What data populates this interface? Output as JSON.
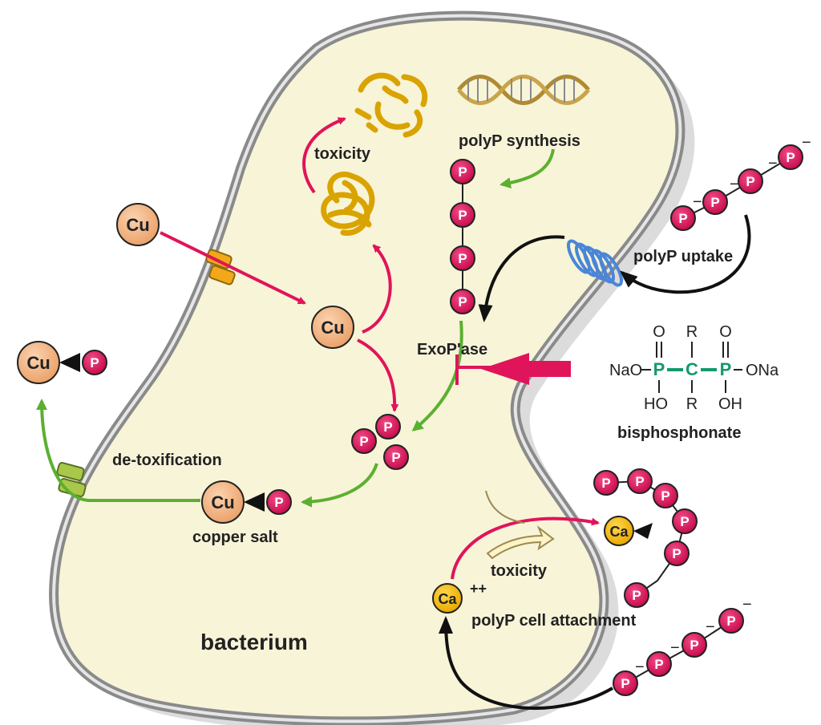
{
  "labels": {
    "bacterium": "bacterium",
    "polyp_synthesis": "polyP synthesis",
    "toxicity_top": "toxicity",
    "polyp_uptake": "polyP uptake",
    "exopase": "ExoP'ase",
    "bisphosphonate": "bisphosphonate",
    "detoxification": "de-toxification",
    "copper_salt": "copper salt",
    "toxicity_bottom": "toxicity",
    "polyp_attachment": "polyP cell attachment"
  },
  "atoms": {
    "cu": "Cu",
    "p": "P",
    "ca": "Ca",
    "charge_ca": "++",
    "neg": "−"
  },
  "formula": {
    "nao": "NaO",
    "ona": "ONa",
    "p": "P",
    "c": "C",
    "o": "O",
    "r": "R",
    "ho": "HO",
    "oh": "OH"
  },
  "colors": {
    "cell_fill": "#f8f4d8",
    "membrane": "#8a8a8a",
    "copper": "#f2b07a",
    "phosphate": "#d8145a",
    "calcium": "#f5b800",
    "red_arrow": "#e0145a",
    "green_arrow": "#5bb030",
    "black_arrow": "#111111",
    "chem_green": "#14996b"
  }
}
